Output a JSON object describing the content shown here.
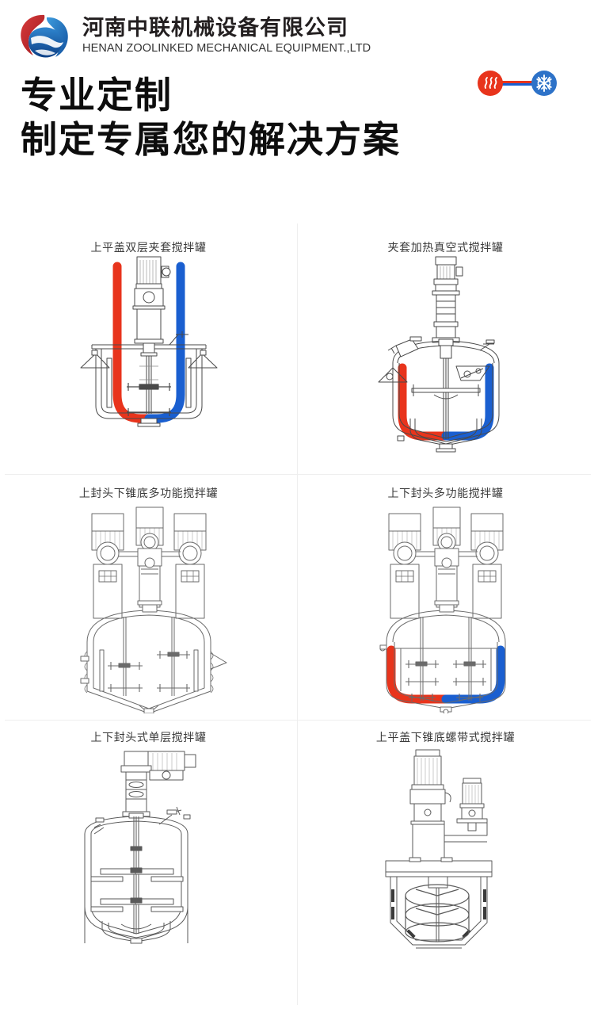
{
  "header": {
    "logo_icon": "zoolinked-swoosh-logo",
    "company_name_cn": "河南中联机械设备有限公司",
    "company_name_en": "HENAN ZOOLINKED MECHANICAL EQUIPMENT.,LTD",
    "slogan_line1": "专业定制",
    "slogan_line2": "制定专属您的解决方案",
    "heat_cool_icon": "heating-cooling-icon",
    "heat_icon": "heat-waves-icon",
    "cool_icon": "snowflake-icon"
  },
  "colors": {
    "hot": "#e8341c",
    "cold": "#1a5fd0",
    "logo_red": "#c1272d",
    "logo_blue": "#1c6bb8",
    "text_dark": "#0d0d0d",
    "caption": "#3b3b3b",
    "divider": "#eeeeee",
    "line": "#4a4a4a"
  },
  "products": [
    {
      "id": "p1",
      "caption": "上平盖双层夹套搅拌罐",
      "figure": "flat-top-double-jacket-mixing-tank",
      "has_jacket_pipes": true
    },
    {
      "id": "p2",
      "caption": "夹套加热真空式搅拌罐",
      "figure": "jacket-heated-vacuum-mixing-tank",
      "has_jacket_pipes": true
    },
    {
      "id": "p3",
      "caption": "上封头下锥底多功能搅拌罐",
      "figure": "dished-top-cone-bottom-multifunction-mixing-tank",
      "has_jacket_pipes": false
    },
    {
      "id": "p4",
      "caption": "上下封头多功能搅拌罐",
      "figure": "dished-top-bottom-multifunction-mixing-tank",
      "has_jacket_pipes": true
    },
    {
      "id": "p5",
      "caption": "上下封头式单层搅拌罐",
      "figure": "dished-top-bottom-single-layer-mixing-tank",
      "has_jacket_pipes": false
    },
    {
      "id": "p6",
      "caption": "上平盖下锥底螺带式搅拌罐",
      "figure": "flat-top-cone-bottom-ribbon-mixing-tank",
      "has_jacket_pipes": false
    }
  ]
}
